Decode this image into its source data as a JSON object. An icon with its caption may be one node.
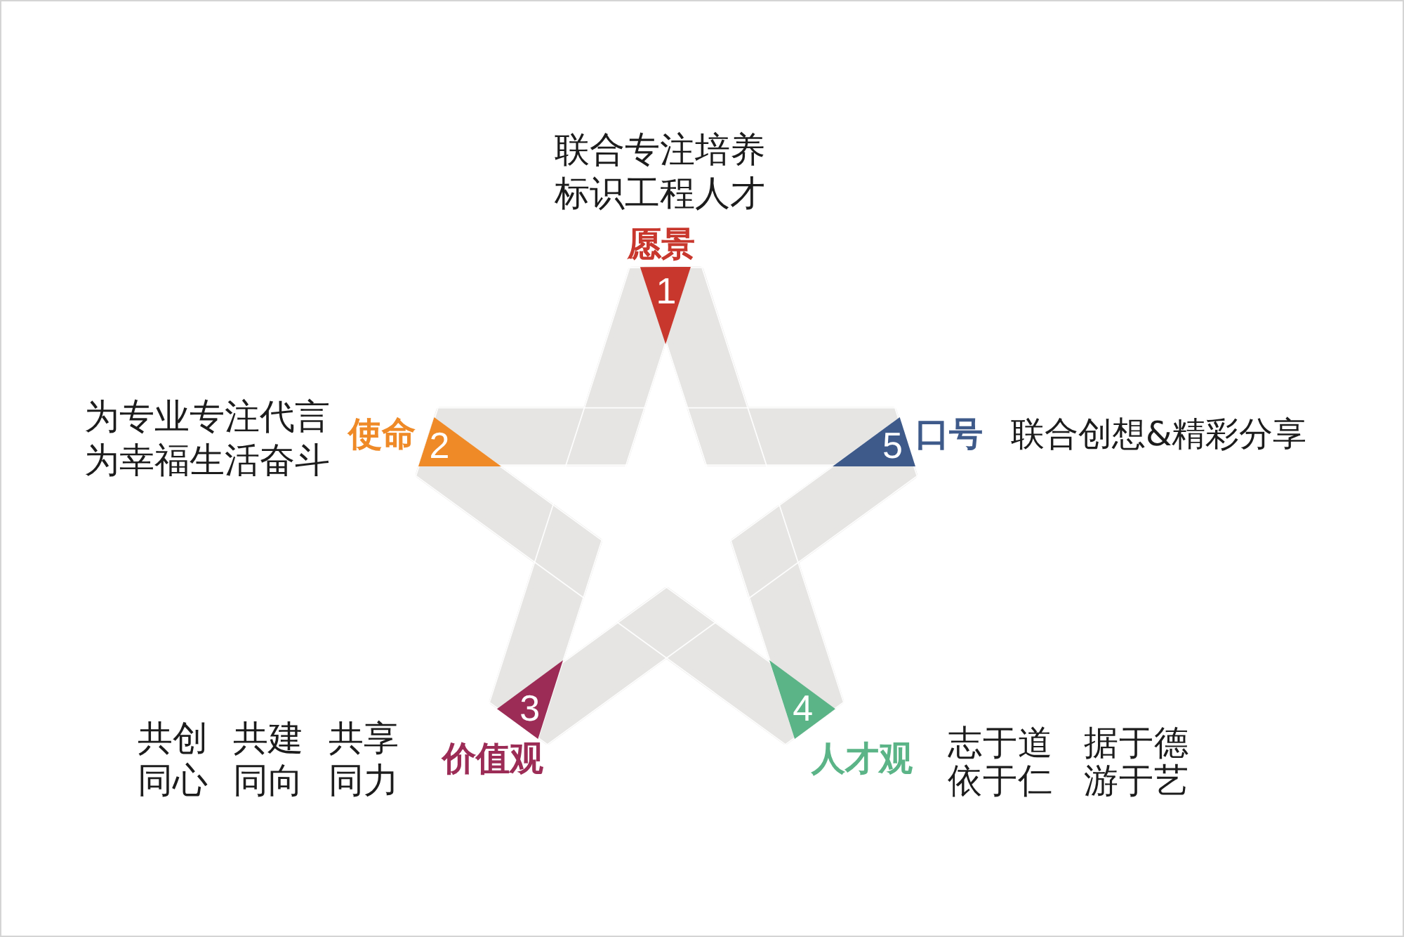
{
  "diagram": {
    "nodes": [
      {
        "text": [
          "愿景",
          "1"
        ],
        "beside": [
          "联合专注培养标识工程人才"
        ]
      },
      {
        "text": [
          "使命",
          "2"
        ],
        "beside": [
          "为专业专注代言为幸福生活奋斗"
        ]
      },
      {
        "text": [
          "3",
          "价值观"
        ],
        "beside": [
          "共创 共建 共享同心 同向 同力"
        ]
      },
      {
        "text": [
          "4",
          "人才观"
        ],
        "beside": [
          "志于道 据于德依于仁 游于艺"
        ]
      },
      {
        "text": [
          "5",
          "口号"
        ],
        "beside": [
          "联合创想&精彩分享"
        ]
      }
    ]
  }
}
